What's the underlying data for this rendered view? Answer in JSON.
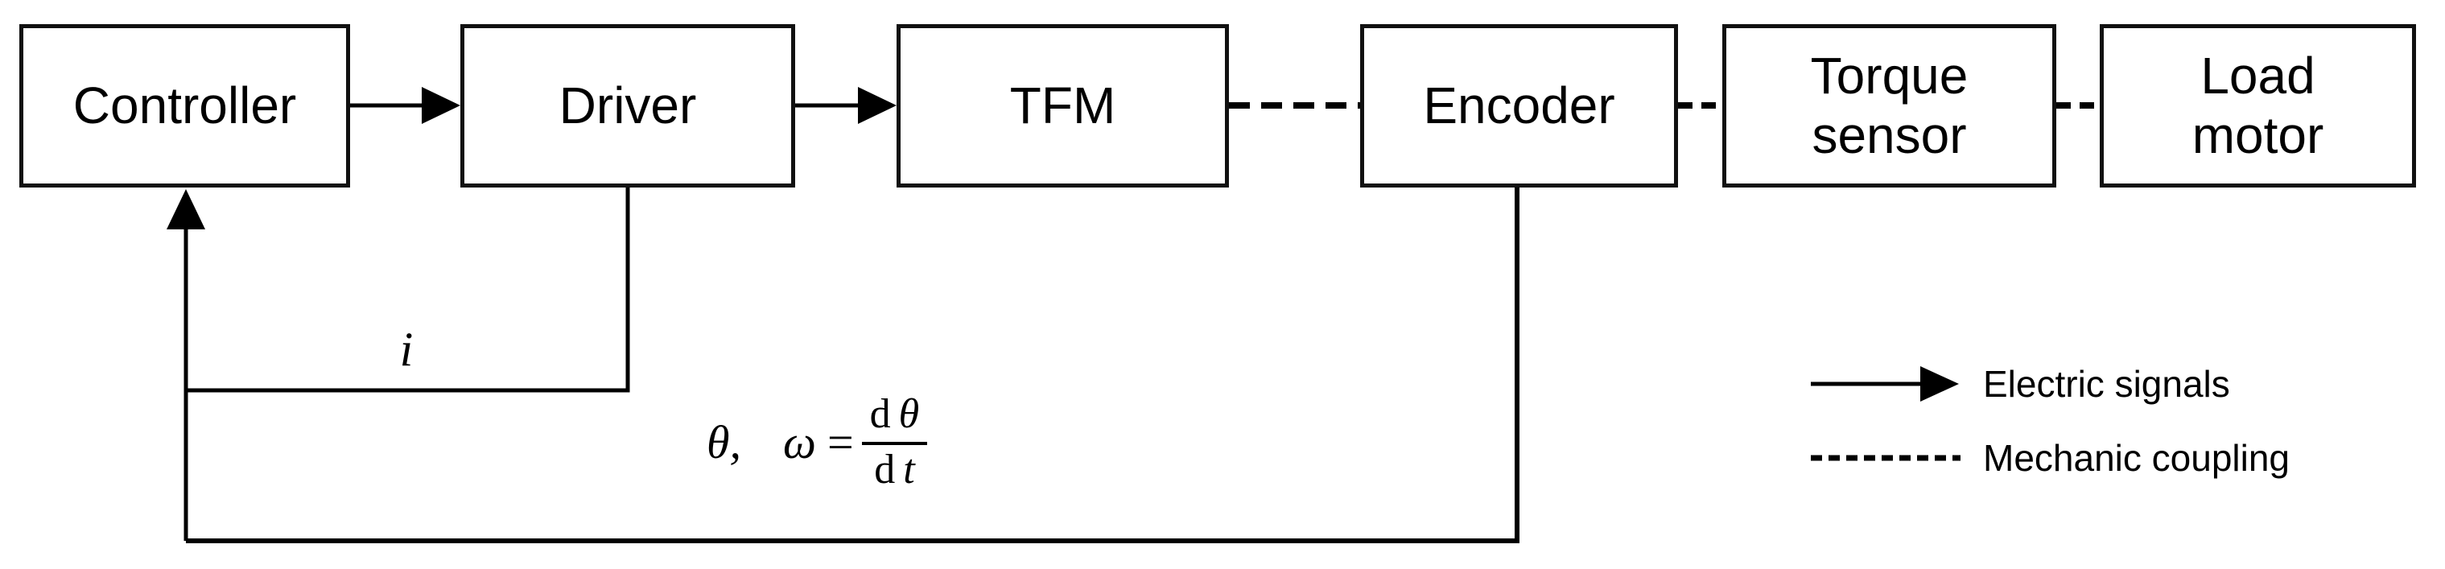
{
  "blocks": [
    {
      "id": "controller",
      "label": "Controller"
    },
    {
      "id": "driver",
      "label": "Driver"
    },
    {
      "id": "tfm",
      "label": "TFM"
    },
    {
      "id": "encoder",
      "label": "Encoder"
    },
    {
      "id": "torque-sensor",
      "label": "Torque\nsensor"
    },
    {
      "id": "load-motor",
      "label": "Load\nmotor"
    }
  ],
  "signal_labels": {
    "current": "i",
    "theta_prefix": "θ,",
    "omega": "ω",
    "equals": "=",
    "numerator_d": "d",
    "numerator_var": "θ",
    "denominator_d": "d",
    "denominator_var": "t"
  },
  "legend": {
    "electric": "Electric signals",
    "mechanic": "Mechanic coupling"
  },
  "colors": {
    "background": "#ffffff",
    "line": "#000000",
    "block_border": "#111111",
    "text": "#000000"
  }
}
